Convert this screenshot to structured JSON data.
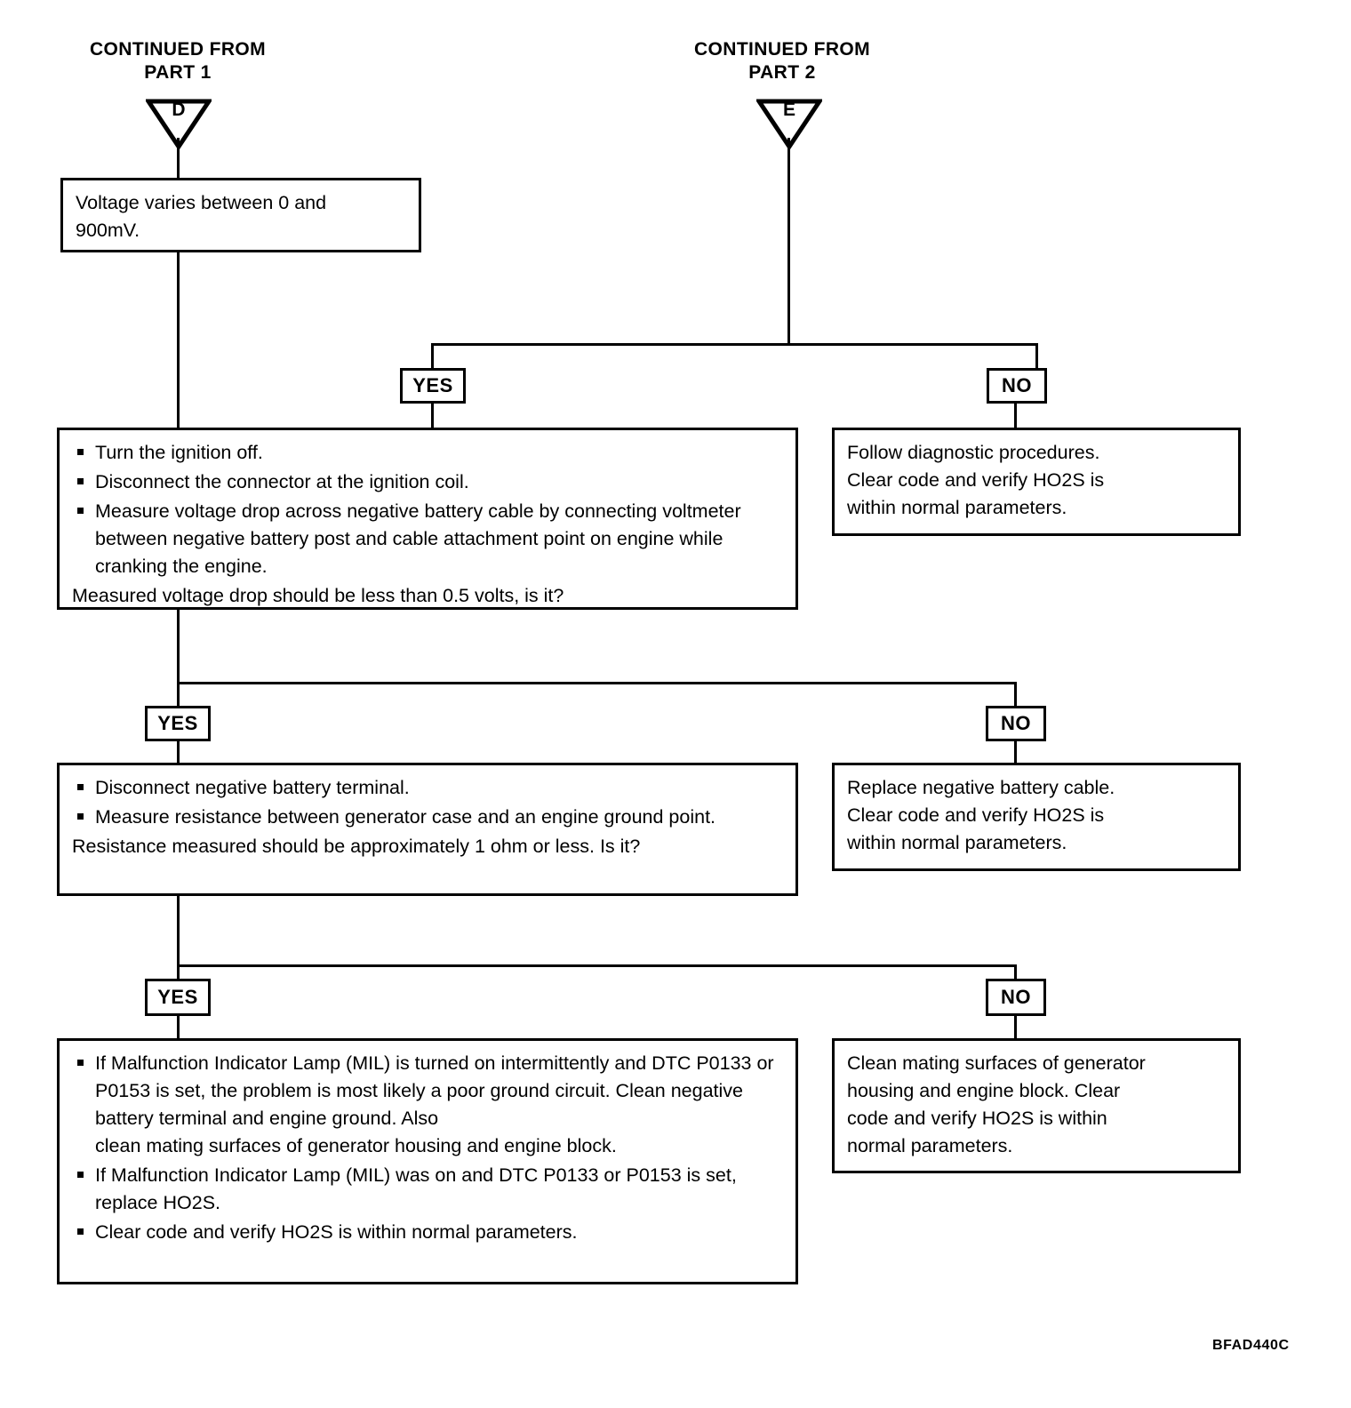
{
  "diagram": {
    "reference_code": "BFAD440C",
    "connectors": [
      {
        "id": "D",
        "caption": "CONTINUED FROM\nPART 1"
      },
      {
        "id": "E",
        "caption": "CONTINUED FROM\nPART 2"
      }
    ],
    "labels": {
      "yes": "YES",
      "no": "NO"
    },
    "nodes": {
      "voltage_note": {
        "lines": [
          "Voltage varies between 0 and",
          "900mV."
        ]
      },
      "step1": {
        "bullets": [
          "Turn the ignition off.",
          "Disconnect the connector at the ignition coil.",
          "Measure voltage drop across negative battery cable by connecting voltmeter between negative battery post and cable attachment point on engine while cranking the engine."
        ],
        "tail": "Measured voltage drop should be less than 0.5 volts, is it?"
      },
      "step1_no": {
        "lines": [
          "Follow diagnostic procedures.",
          "Clear code and verify HO2S is",
          "within normal parameters."
        ]
      },
      "step2": {
        "bullets": [
          "Disconnect negative battery terminal.",
          "Measure resistance between generator case and an engine ground point."
        ],
        "tail": "Resistance measured should be approximately 1 ohm or less. Is it?"
      },
      "step2_no": {
        "lines": [
          "Replace negative battery cable.",
          "Clear code and verify HO2S is",
          "within normal parameters."
        ]
      },
      "step3": {
        "bullets": [
          "If Malfunction Indicator Lamp (MIL) is turned on intermittently and DTC P0133 or P0153 is set, the problem is most likely a poor ground circuit. Clean negative battery terminal and engine ground. Also\nclean mating surfaces of generator housing and engine block.",
          "If Malfunction Indicator Lamp (MIL) was on and DTC P0133 or P0153 is set, replace HO2S.",
          "Clear code and verify HO2S is within normal parameters."
        ]
      },
      "step3_no": {
        "lines": [
          "Clean mating surfaces of generator",
          "housing and engine block. Clear",
          "code and verify HO2S is within",
          "normal parameters."
        ]
      }
    }
  }
}
